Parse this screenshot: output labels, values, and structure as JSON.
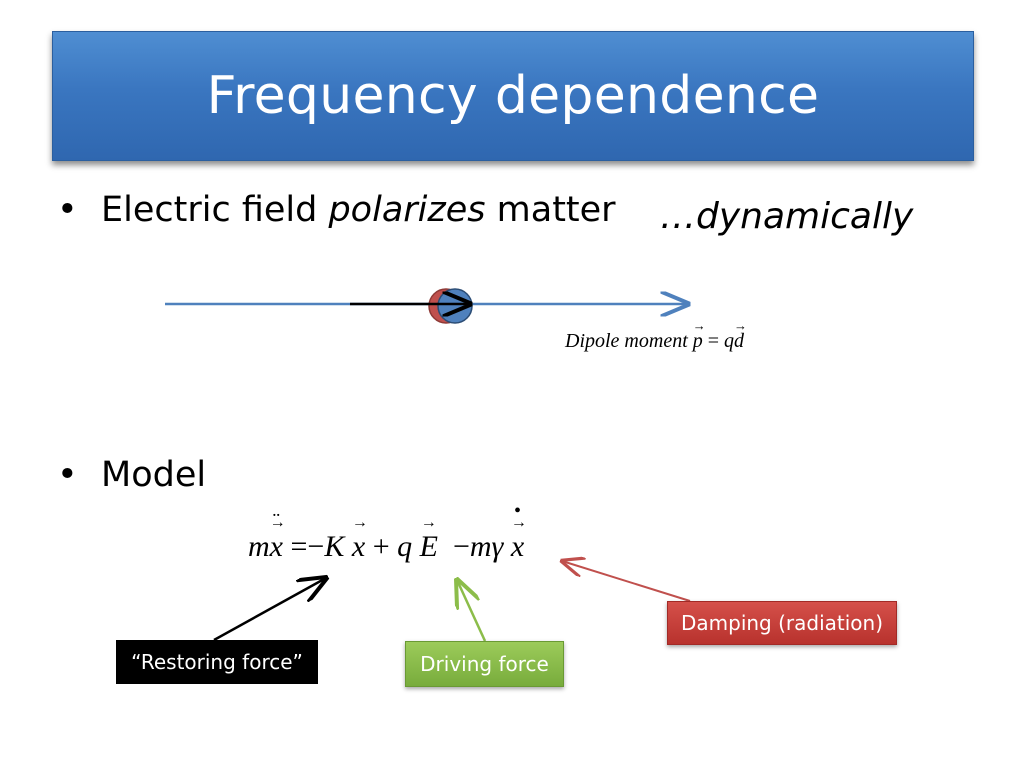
{
  "slide": {
    "title": "Frequency dependence"
  },
  "bullets": [
    {
      "marker": "•",
      "text_before": "Electric field ",
      "text_emph": "polarizes",
      "text_after": " matter"
    },
    {
      "marker": "•",
      "text": "Model"
    }
  ],
  "annotation": {
    "dynamic": "…dynamically"
  },
  "dipole": {
    "label": "Dipole moment",
    "p": "p",
    "equals": "=",
    "q": "q",
    "d": "d"
  },
  "equation": {
    "m1": "m",
    "x1": "x",
    "eq": "=",
    "minus1": "−",
    "K": "K",
    "x2": "x",
    "plus": "+",
    "q": "q",
    "E": "E",
    "minus2": "−",
    "m2": "m",
    "gamma": "γ",
    "x3": "x"
  },
  "labels": {
    "restoring": "“Restoring force”",
    "driving": "Driving force",
    "damping": "Damping (radiation)"
  },
  "colors": {
    "title_bg": "#3a76c0",
    "field_arrow": "#4f81bd",
    "driving_box": "#8cbd4a",
    "damping_box": "#c0392b"
  }
}
